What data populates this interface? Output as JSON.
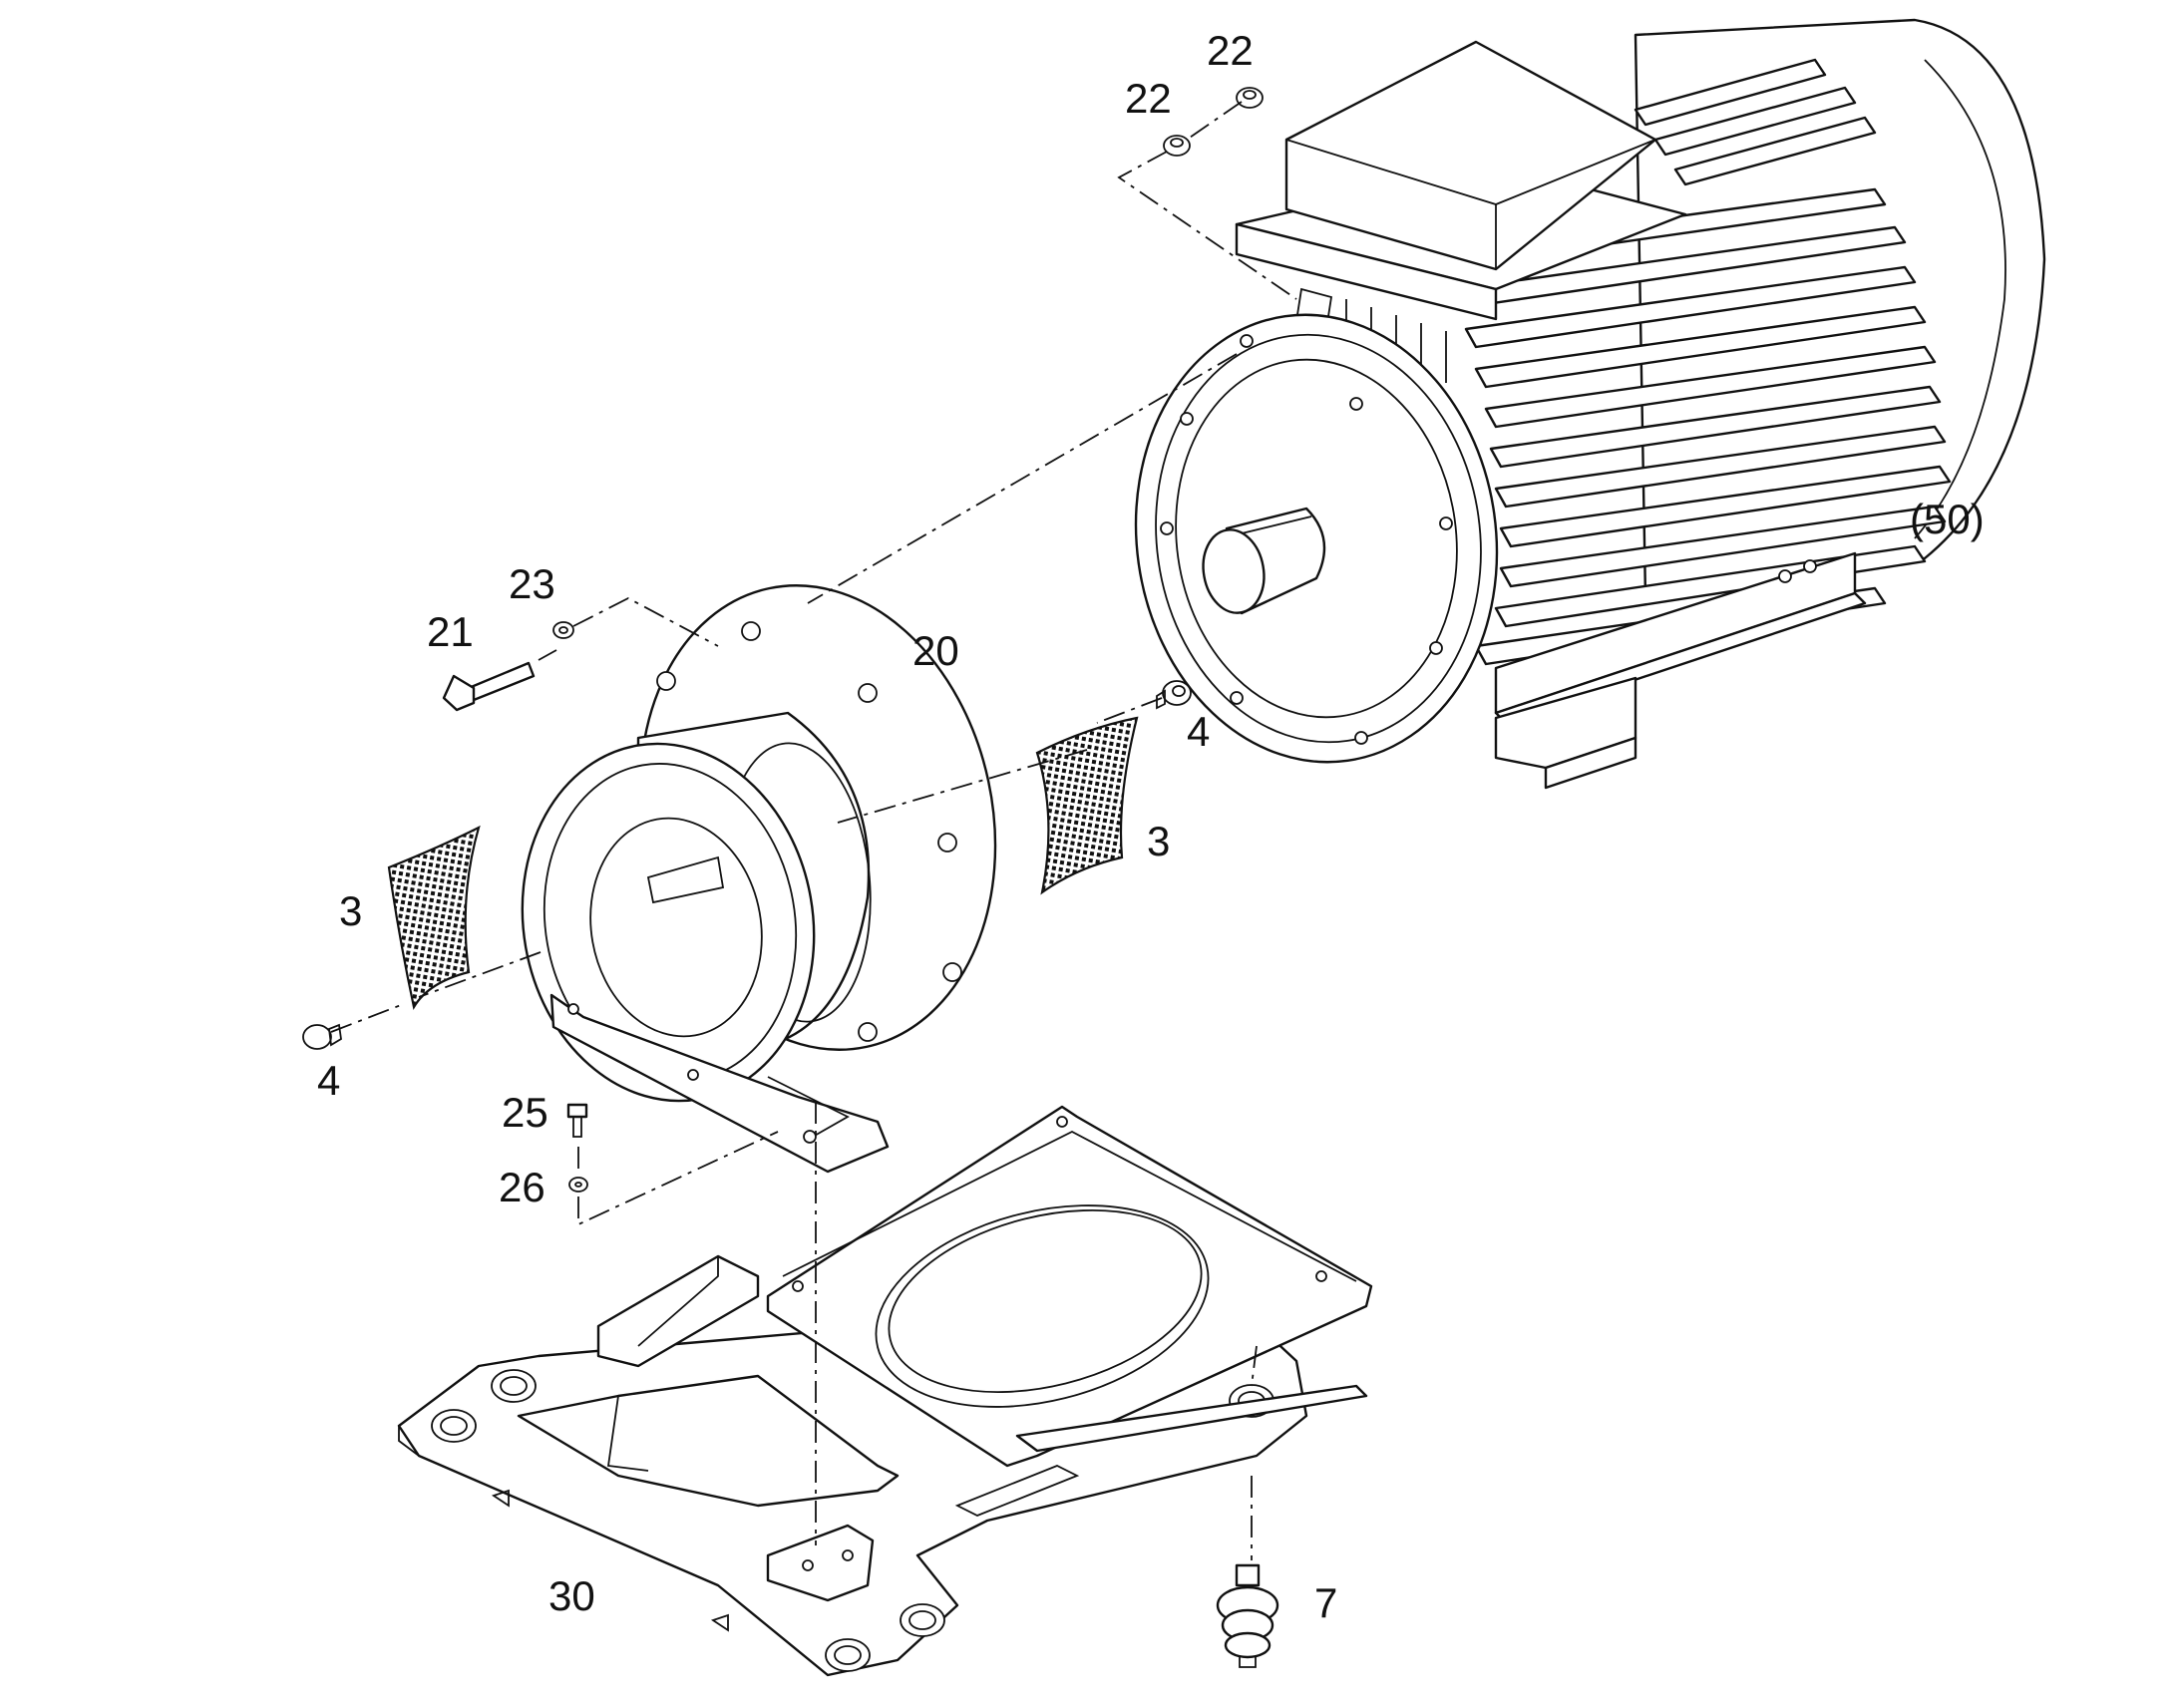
{
  "callouts": {
    "c22a": "22",
    "c22b": "22",
    "c50": "(50)",
    "c23": "23",
    "c21": "21",
    "c20": "20",
    "c4a": "4",
    "c3a": "3",
    "c3b": "3",
    "c4b": "4",
    "c25": "25",
    "c26": "26",
    "c30": "30",
    "c7": "7"
  }
}
